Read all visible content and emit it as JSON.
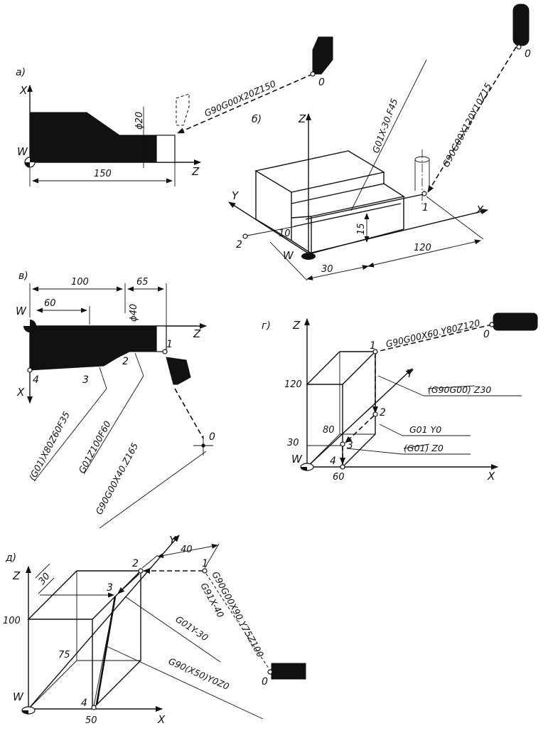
{
  "panels": {
    "a": {
      "label": "а)",
      "axis_x": "X",
      "axis_z": "Z",
      "origin": "W",
      "tool_point": "0",
      "diameter": "ϕ20",
      "length": "150",
      "command": "G90G00X20Z150"
    },
    "b": {
      "label": "б)",
      "axis_x": "X",
      "axis_y": "Y",
      "axis_z": "Z",
      "origin": "W",
      "tool_point": "0",
      "point_1": "1",
      "point_2": "2",
      "cmd_rapid": "G90G00X120Y10Z15",
      "cmd_feed": "G01X-30.F45",
      "dim_10": "10",
      "dim_15": "15",
      "dim_120": "120",
      "dim_30": "30"
    },
    "v": {
      "label": "в)",
      "axis_x": "X",
      "axis_z": "Z",
      "origin": "W",
      "tool_point": "0",
      "point_1": "1",
      "point_2": "2",
      "point_3": "3",
      "point_4": "4",
      "dim_100": "100",
      "dim_65": "65",
      "dim_60": "60",
      "diameter": "ϕ40",
      "cmd_1": "G90G00X40.Z165",
      "cmd_2": "G01Z100F60",
      "cmd_3": "(G01)X80Z60F35"
    },
    "g": {
      "label": "г)",
      "axis_x": "X",
      "axis_y": "Y",
      "axis_z": "Z",
      "origin": "W",
      "tool_point": "0",
      "point_1": "1",
      "point_2": "2",
      "point_3": "3",
      "point_4": "4",
      "dim_120": "120",
      "dim_80": "80",
      "dim_30": "30",
      "dim_60": "60",
      "cmd_1": "G90G00X60.Y80Z120",
      "cmd_2_struck": "(G90G00)",
      "cmd_2_rest": " Z30",
      "cmd_3": "G01 Y0",
      "cmd_4_struck": "(G01)",
      "cmd_4_rest": " Z0"
    },
    "d": {
      "label": "д)",
      "axis_x": "X",
      "axis_y": "Y",
      "axis_z": "Z",
      "origin": "W",
      "tool_point": "0",
      "point_1": "1",
      "point_2": "2",
      "point_3": "3",
      "point_4": "4",
      "dim_40": "40",
      "dim_30": "30",
      "dim_100": "100",
      "dim_75": "75",
      "dim_50": "50",
      "cmd_1": "G90G00X90.Y75Z100",
      "cmd_2": "G91X-40",
      "cmd_3": "G01Y-30",
      "cmd_4_head": "G90",
      "cmd_4_struck": "(X50)",
      "cmd_4_tail": "Y0Z0"
    }
  }
}
